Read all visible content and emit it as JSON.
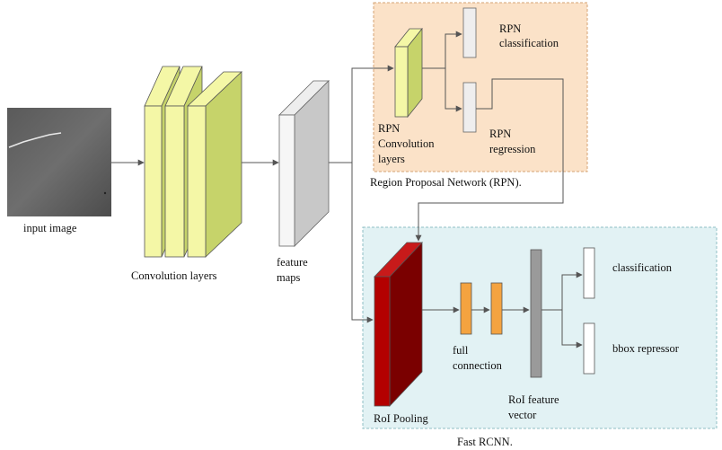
{
  "labels": {
    "input_image": "input image",
    "conv_layers": "Convolution layers",
    "feature_maps_1": "feature",
    "feature_maps_2": "maps",
    "rpn_conv_1": "RPN",
    "rpn_conv_2": "Convolution",
    "rpn_conv_3": "layers",
    "rpn_cls_1": "RPN",
    "rpn_cls_2": "classification",
    "rpn_reg_1": "RPN",
    "rpn_reg_2": "regression",
    "rpn_box_title": "Region Proposal Network (RPN).",
    "roi_pooling": "RoI Pooling",
    "full_conn_1": "full",
    "full_conn_2": "connection",
    "roi_vec_1": "RoI feature",
    "roi_vec_2": "vector",
    "classification": "classification",
    "bbox": "bbox repressor",
    "fast_rcnn_title": "Fast RCNN."
  },
  "colors": {
    "rpn_box_fill": "#fbe2c8",
    "rpn_box_border": "#d4a373",
    "fast_rcnn_fill": "#e2f2f4",
    "fast_rcnn_border": "#8fbfc5",
    "conv_front": "#f4f7a6",
    "conv_side": "#c6d36a",
    "roi_front": "#b30000",
    "roi_side": "#7a0000",
    "fc_fill": "#f4a340",
    "roi_vector_fill": "#9a9a9a",
    "arrow": "#555555"
  }
}
